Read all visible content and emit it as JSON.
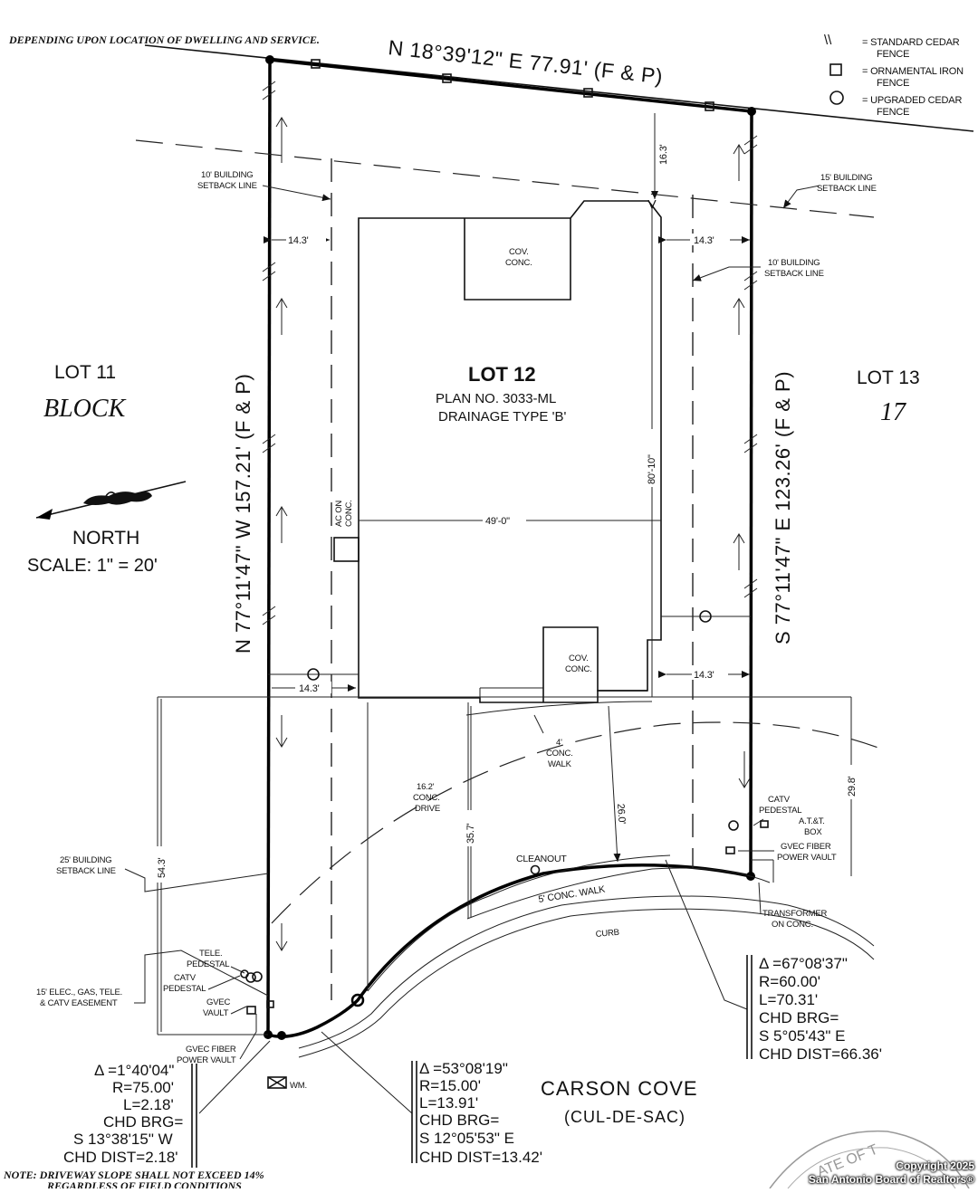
{
  "notes": {
    "top": "DEPENDING UPON LOCATION OF DWELLING AND SERVICE.",
    "bottom": "NOTE: DRIVEWAY SLOPE SHALL NOT EXCEED 14%",
    "bottom2": "REGARDLESS OF FIELD CONDITIONS"
  },
  "legend": [
    {
      "symbol": "\\\\",
      "label1": "= STANDARD CEDAR",
      "label2": "FENCE"
    },
    {
      "symbol": "□",
      "label1": "= ORNAMENTAL IRON",
      "label2": "FENCE"
    },
    {
      "symbol": "○",
      "label1": "= UPGRADED CEDAR",
      "label2": "FENCE"
    }
  ],
  "bearings": {
    "north_line": "N 18°39'12\" E 77.91' (F & P)",
    "west_line": "N 77°11'47\" W 157.21' (F & P)",
    "east_line": "S 77°11'47\" E 123.26' (F & P)"
  },
  "lots": {
    "left": "LOT 11",
    "block": "BLOCK",
    "right": "LOT 13",
    "block_no": "17",
    "main_title": "LOT 12",
    "plan": "PLAN NO. 3033-ML",
    "drainage": "DRAINAGE TYPE 'B'"
  },
  "north_arrow": {
    "label": "NORTH",
    "scale": "SCALE: 1\" = 20'"
  },
  "dims": {
    "d_14_3_a": "14.3'",
    "d_14_3_b": "14.3'",
    "d_14_3_c": "14.3'",
    "d_14_3_d": "14.3'",
    "d_16_3": "16.3'",
    "d_80_10": "80'-10\"",
    "d_49_0": "49'-0\"",
    "d_26_0": "26.0'",
    "d_35_7": "35.7'",
    "d_54_3": "54.3'",
    "d_29_8": "29.8'"
  },
  "labels": {
    "bsl10_l1": "10' BUILDING",
    "bsl10_l2": "SETBACK LINE",
    "bsl15_l1": "15' BUILDING",
    "bsl15_l2": "SETBACK LINE",
    "bsl10r_l1": "10' BUILDING",
    "bsl10r_l2": "SETBACK LINE",
    "bsl25_l1": "25' BUILDING",
    "bsl25_l2": "SETBACK LINE",
    "cov1_l1": "COV.",
    "cov1_l2": "CONC.",
    "cov2_l1": "COV.",
    "cov2_l2": "CONC.",
    "ac_l1": "AC ON",
    "ac_l2": "CONC.",
    "walk_l1": "4'",
    "walk_l2": "CONC.",
    "walk_l3": "WALK",
    "drive_l1": "16.2'",
    "drive_l2": "CONC.",
    "drive_l3": "DRIVE",
    "cleanout": "CLEANOUT",
    "conc_walk": "5' CONC. WALK",
    "curb": "CURB",
    "catv_r1": "CATV",
    "catv_r2": "PEDESTAL",
    "att_l1": "A.T.&T.",
    "att_l2": "BOX",
    "gvec_r1": "GVEC FIBER",
    "gvec_r2": "POWER VAULT",
    "trans_l1": "TRANSFORMER",
    "trans_l2": "ON CONC.",
    "tele_l1": "TELE.",
    "tele_l2": "PEDESTAL",
    "catv_l1": "CATV",
    "catv_l2": "PEDESTAL",
    "gvecv_l1": "GVEC",
    "gvecv_l2": "VAULT",
    "gvecf_l1": "GVEC FIBER",
    "gvecf_l2": "POWER VAULT",
    "ease_l1": "15' ELEC., GAS, TELE.",
    "ease_l2": "& CATV EASEMENT",
    "wm": "WM."
  },
  "curves": {
    "c1": [
      "Δ =1°40'04\"",
      "R=75.00'",
      "L=2.18'",
      "CHD BRG=",
      "S 13°38'15\" W",
      "CHD DIST=2.18'"
    ],
    "c2": [
      "Δ =53°08'19\"",
      "R=15.00'",
      "L=13.91'",
      "CHD BRG=",
      "S 12°05'53\" E",
      "CHD DIST=13.42'"
    ],
    "c3": [
      "Δ =67°08'37\"",
      "R=60.00'",
      "L=70.31'",
      "CHD BRG=",
      "S 5°05'43\" E",
      "CHD DIST=66.36'"
    ]
  },
  "street": {
    "name": "CARSON COVE",
    "type": "(CUL-DE-SAC)"
  },
  "seal": {
    "text": "ATE OF T"
  },
  "copyright": {
    "line1": "Copyright 2025",
    "line2": "San Antonio Board of Realtors®"
  }
}
